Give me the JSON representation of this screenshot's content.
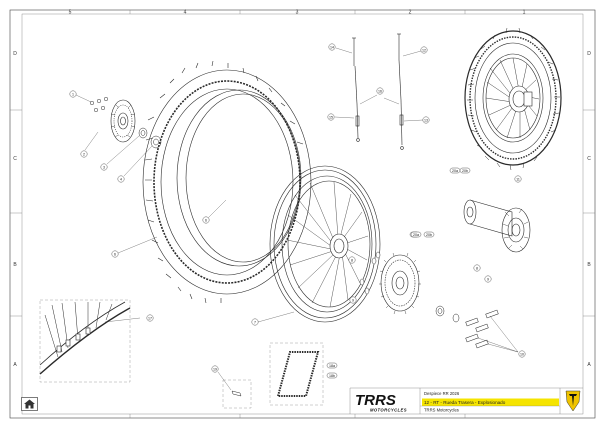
{
  "frame": {
    "columns": [
      "5",
      "4",
      "3",
      "2",
      "1"
    ],
    "rows": [
      "D",
      "C",
      "B",
      "A"
    ]
  },
  "callouts": {
    "c1": "1",
    "c2": "2",
    "c3": "3",
    "c4": "4",
    "c5": "5",
    "c6": "6",
    "c7": "7",
    "c8": "8",
    "c9": "9",
    "c10": "10",
    "c11": "11",
    "c12": "12",
    "c13": "13",
    "c14": "14",
    "c15": "15",
    "c16": "16",
    "c17": "17",
    "c19": "19",
    "c20a": "20a",
    "c20b": "20b",
    "c20a2": "20a",
    "c20b2": "20b",
    "c8b": "8",
    "c9b": "9",
    "c18a": "18a",
    "c18b": "18b"
  },
  "title_block": {
    "brand_logo_text": "TRRS",
    "brand_subtitle": "MOTORCYCLES",
    "model": "Despiece RR 2026",
    "sheet_title": "12 - RT - Rueda Trasera - Explosionado",
    "company": "TRRS Motorcycles"
  },
  "colors": {
    "line": "#2a2a2a",
    "light_line": "#9a9a9a",
    "title_yellow": "#f5e400",
    "logo_red": "#d41f26",
    "shield_yellow": "#f0c400"
  },
  "icons": {
    "home": "home-icon",
    "shield": "trrs-shield-icon"
  }
}
